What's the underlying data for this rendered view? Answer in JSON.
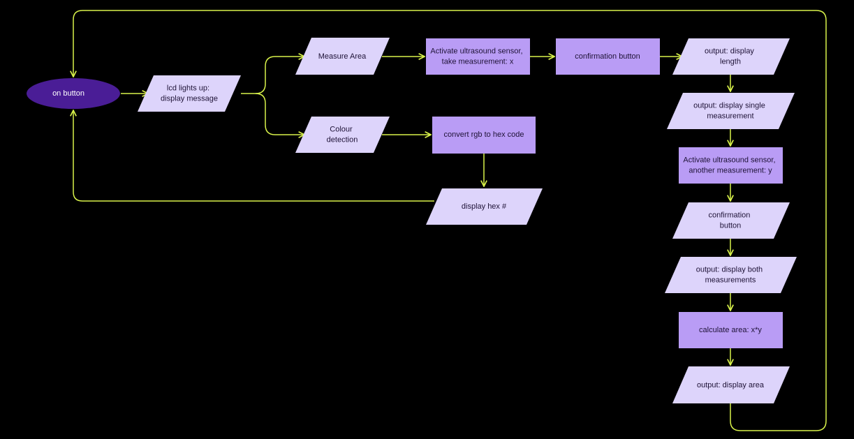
{
  "colors": {
    "background": "#000000",
    "connector": "#d9f34a",
    "terminal": "#4a1d96",
    "process": "#b99cf5",
    "io": "#ddd4fb",
    "text_dark": "#1e1236",
    "text_light": "#ffffff"
  },
  "nodes": {
    "on_button": {
      "lines": [
        "on button"
      ]
    },
    "lcd_lights_up": {
      "lines": [
        "lcd lights up:",
        "display message"
      ]
    },
    "measure_area": {
      "lines": [
        "Measure Area"
      ]
    },
    "activate_sensor_x": {
      "lines": [
        "Activate ultrasound sensor,",
        "take measurement: x"
      ]
    },
    "confirmation_button_1": {
      "lines": [
        "confirmation button"
      ]
    },
    "output_display_length": {
      "lines": [
        "output: display",
        "length"
      ]
    },
    "colour_detection": {
      "lines": [
        "Colour",
        "detection"
      ]
    },
    "convert_rgb_hex": {
      "lines": [
        "convert rgb to hex code"
      ]
    },
    "display_hex": {
      "lines": [
        "display hex #"
      ]
    },
    "output_single_measurement": {
      "lines": [
        "output: display single",
        "measurement"
      ]
    },
    "activate_sensor_y": {
      "lines": [
        "Activate ultrasound sensor,",
        "another measurement: y"
      ]
    },
    "confirmation_button_2": {
      "lines": [
        "confirmation",
        "button"
      ]
    },
    "output_both_measurements": {
      "lines": [
        "output: display both",
        "measurements"
      ]
    },
    "calculate_area": {
      "lines": [
        "calculate area: x*y"
      ]
    },
    "output_display_area": {
      "lines": [
        "output: display area"
      ]
    }
  }
}
